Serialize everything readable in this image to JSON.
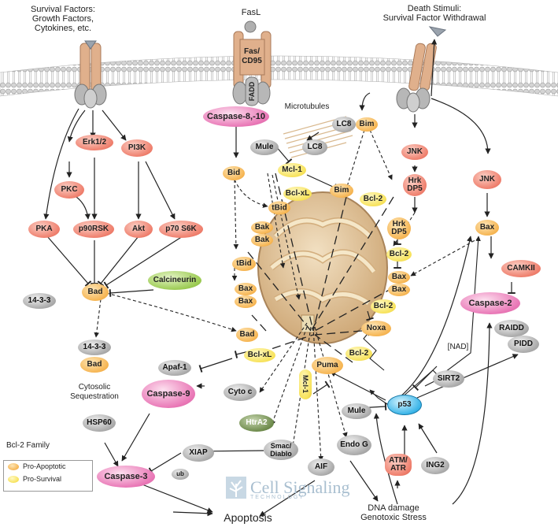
{
  "membrane": {
    "color": "#d9d9d9"
  },
  "inputs": {
    "survival": "Survival Factors:\nGrowth Factors,\nCytokines, etc.",
    "fasl": "FasL",
    "death": "Death Stimuli:\nSurvival Factor Withdrawal"
  },
  "receptor_labels": {
    "fas": "Fas/\nCD95",
    "fadd": "FADD"
  },
  "labels": {
    "microtubules": "Microtubules",
    "cytosolic": "Cytosolic\nSequestration",
    "nad": "[NAD]",
    "dna": "DNA damage\nGenotoxic Stress",
    "apoptosis": "Apoptosis",
    "ub": "ub"
  },
  "nodes": {
    "caspase810": "Caspase-8,-10",
    "lc8a": "LC8",
    "bim1": "Bim",
    "lc8b": "LC8",
    "mule1": "Mule",
    "mcl1a": "Mcl-1",
    "bid": "Bid",
    "tbid1": "tBid",
    "bclxl1": "Bcl-xL",
    "bim2": "Bim",
    "bcl2a": "Bcl-2",
    "jnk1": "JNK",
    "hrk1": "Hrk\nDP5",
    "jnk2": "JNK",
    "erk": "Erk1/2",
    "pi3k": "PI3K",
    "pkc": "PKC",
    "pka": "PKA",
    "p90": "p90RSK",
    "akt": "Akt",
    "p70": "p70 S6K",
    "bad1": "Bad",
    "calcineurin": "Calcineurin",
    "bak1": "Bak",
    "bak2": "Bak",
    "tbid2": "tBid",
    "bax1": "Bax",
    "bax2": "Bax",
    "hrk2": "Hrk\nDP5",
    "bcl2b": "Bcl-2",
    "bax3": "Bax",
    "bax4": "Bax",
    "bcl2c": "Bcl-2",
    "noxa": "Noxa",
    "bax5": "Bax",
    "camkii": "CAMKII",
    "caspase2": "Caspase-2",
    "raidd": "RAIDD",
    "pidd": "PIDD",
    "p1433a": "14-3-3",
    "p1433b": "14-3-3",
    "bad2": "Bad",
    "bad3": "Bad",
    "bclxl2": "Bcl-xL",
    "bcl2d": "Bcl-2",
    "puma": "Puma",
    "mcl1b": "Mcl-1",
    "apaf1": "Apaf-1",
    "caspase9": "Caspase-9",
    "cytoc": "Cyto c",
    "sirt2": "SIRT2",
    "p53": "p53",
    "mule2": "Mule",
    "hsp60": "HSP60",
    "htra2": "HtrA2",
    "xiap": "XIAP",
    "smac": "Smac/\nDiablo",
    "endog": "Endo G",
    "aif": "AIF",
    "caspase3": "Caspase-3",
    "atm": "ATM/\nATR",
    "ing2": "ING2"
  },
  "legend": {
    "title": "Bcl-2 Family",
    "pro_apoptotic": "Pro-Apoptotic",
    "pro_survival": "Pro-Survival"
  },
  "logo": {
    "name": "Cell Signaling",
    "sub": "TECHNOLOGY"
  }
}
